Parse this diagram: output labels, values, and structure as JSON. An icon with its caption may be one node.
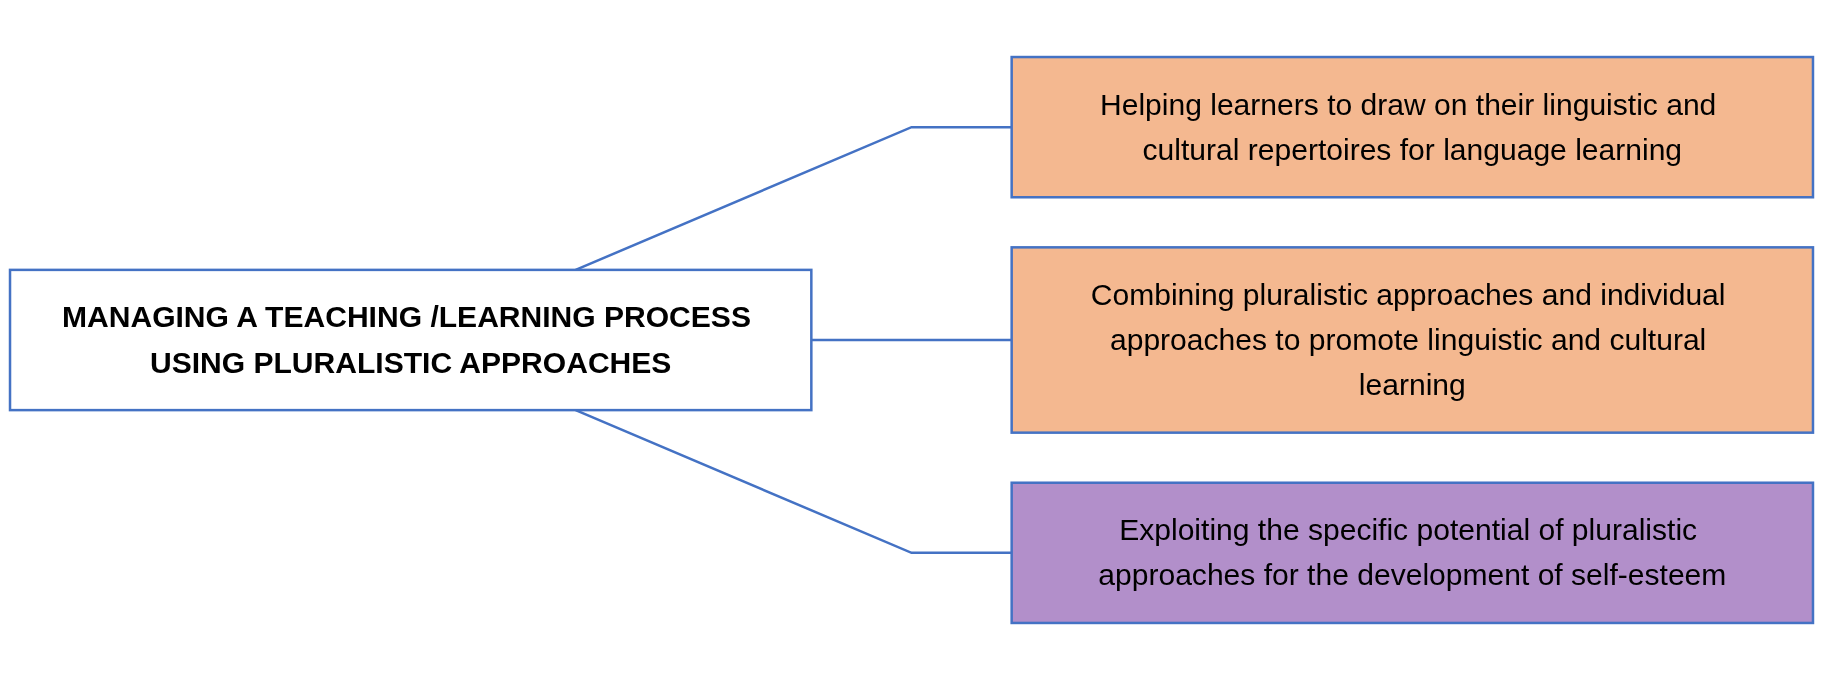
{
  "diagram": {
    "nodes": [
      {
        "text": [
          "MANAGING A TEACHING /LEARNING PROCESS USING PLURALISTIC APPROACHES"
        ]
      },
      {
        "text": [
          "Helping learners to draw on their linguistic and cultural repertoires for language learning"
        ]
      },
      {
        "text": [
          "Combining pluralistic approaches and individual approaches to promote linguistic and cultural learning"
        ]
      },
      {
        "text": [
          "Exploiting the specific potential of pluralistic approaches for the development of self-esteem"
        ]
      }
    ],
    "edges": [
      {
        "from": 0,
        "to": 1,
        "arrow": "none"
      },
      {
        "from": 0,
        "to": 2,
        "arrow": "none"
      },
      {
        "from": 0,
        "to": 3,
        "arrow": "none"
      }
    ]
  }
}
